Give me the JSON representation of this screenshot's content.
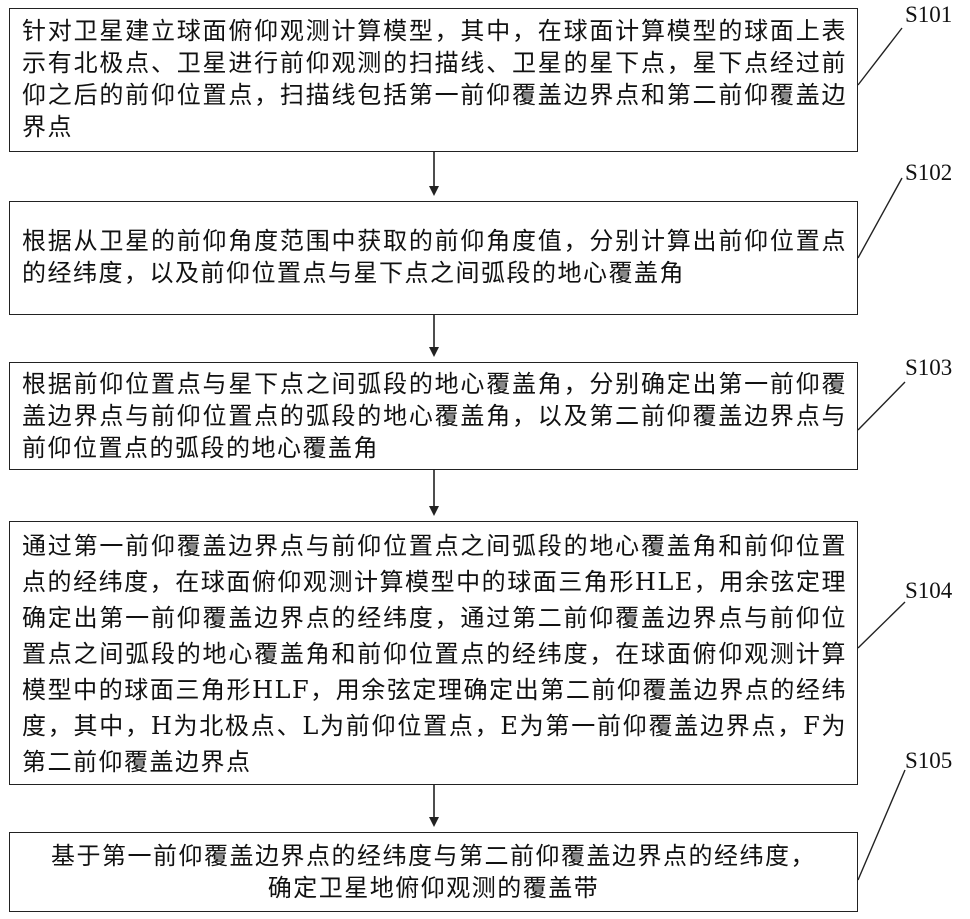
{
  "steps": [
    {
      "label": "S101",
      "text": "针对卫星建立球面俯仰观测计算模型，其中，在球面计算模型的球面上表示有北极点、卫星进行前仰观测的扫描线、卫星的星下点，星下点经过前仰之后的前仰位置点，扫描线包括第一前仰覆盖边界点和第二前仰覆盖边界点"
    },
    {
      "label": "S102",
      "text": "根据从卫星的前仰角度范围中获取的前仰角度值，分别计算出前仰位置点的经纬度，以及前仰位置点与星下点之间弧段的地心覆盖角"
    },
    {
      "label": "S103",
      "text": "根据前仰位置点与星下点之间弧段的地心覆盖角，分别确定出第一前仰覆盖边界点与前仰位置点的弧段的地心覆盖角，以及第二前仰覆盖边界点与前仰位置点的弧段的地心覆盖角"
    },
    {
      "label": "S104",
      "text": "通过第一前仰覆盖边界点与前仰位置点之间弧段的地心覆盖角和前仰位置点的经纬度，在球面俯仰观测计算模型中的球面三角形HLE，用余弦定理确定出第一前仰覆盖边界点的经纬度，通过第二前仰覆盖边界点与前仰位置点之间弧段的地心覆盖角和前仰位置点的经纬度，在球面俯仰观测计算模型中的球面三角形HLF，用余弦定理确定出第二前仰覆盖边界点的经纬度，其中，H为北极点、L为前仰位置点，E为第一前仰覆盖边界点，F为第二前仰覆盖边界点"
    },
    {
      "label": "S105",
      "text": "基于第一前仰覆盖边界点的经纬度与第二前仰覆盖边界点的经纬度，确定卫星地俯仰观测的覆盖带"
    }
  ]
}
